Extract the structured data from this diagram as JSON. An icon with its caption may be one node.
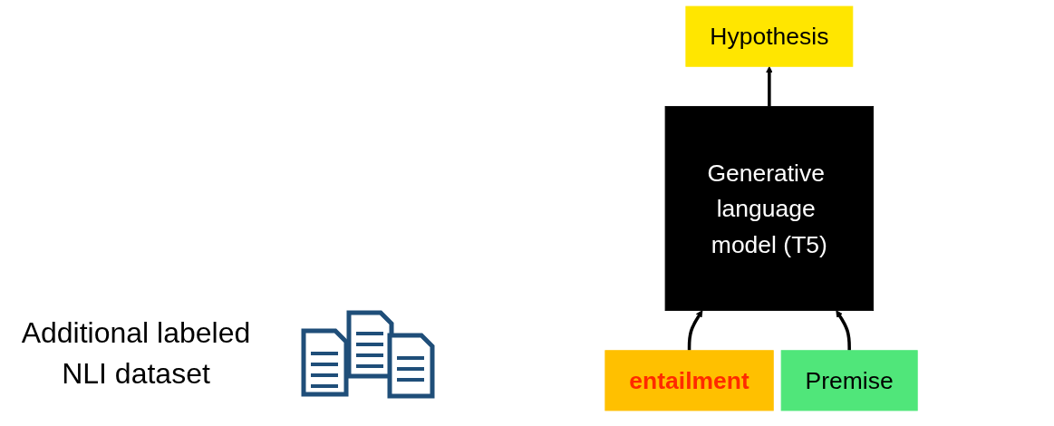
{
  "diagram": {
    "nodes": [
      {
        "text": [
          "Generative language model (T5)"
        ]
      },
      {
        "text": [
          "Hypothesis"
        ]
      },
      {
        "text": [
          "entailment"
        ]
      },
      {
        "text": [
          "Premise"
        ]
      }
    ],
    "edges": [
      {
        "from": 0,
        "to": 1,
        "arrow": "to"
      },
      {
        "from": 2,
        "to": 0,
        "arrow": "to"
      },
      {
        "from": 3,
        "to": 0,
        "arrow": "to"
      }
    ],
    "labels": [
      "Additional labeled NLI dataset"
    ]
  }
}
